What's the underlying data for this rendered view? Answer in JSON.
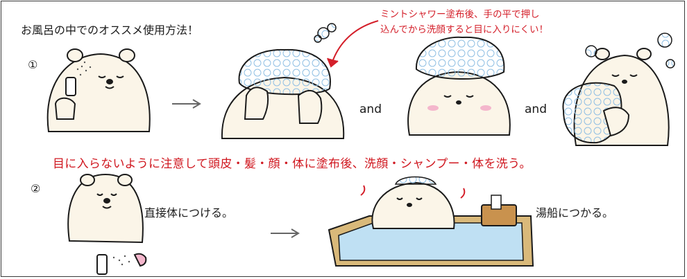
{
  "title": "お風呂の中でのオススメ使用方法！",
  "step1": {
    "number": "①",
    "note": "ミントシャワー塗布後、手の平で押し\n込んでから洗顔すると目に入りにくい！",
    "and_1": "and",
    "and_2": "and",
    "warning": "目に入らないように注意して頭皮・髪・顔・体に塗布後、洗顔・シャンプー・体を洗う。"
  },
  "step2": {
    "number": "②",
    "text_a": "直接体につける。",
    "text_b": "湯船につかる。"
  },
  "colors": {
    "red": "#d41f2a",
    "bubble": "#a9cde9",
    "bear_fill": "#fbf5e8",
    "bath_water": "#bfe0f3",
    "tub": "#d9b97a",
    "line": "#1b1b1b"
  }
}
